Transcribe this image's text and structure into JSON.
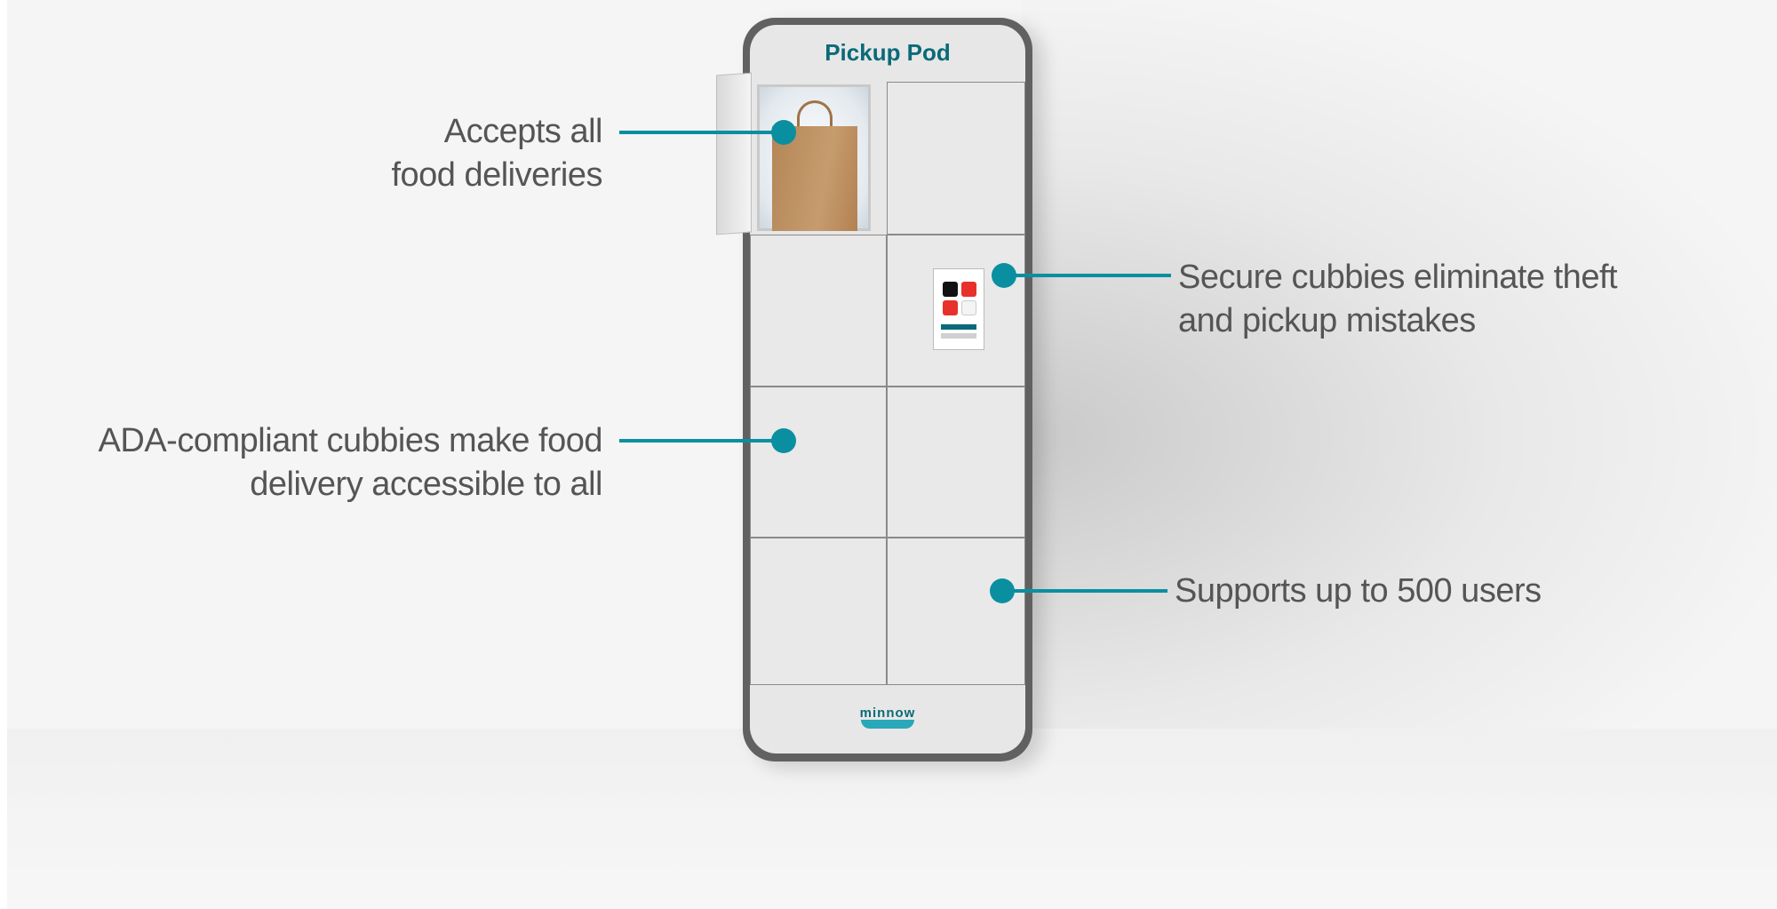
{
  "pod": {
    "title": "Pickup Pod",
    "brand": "minnow"
  },
  "callouts": [
    {
      "id": "deliveries",
      "lines": [
        "Accepts all",
        "food deliveries"
      ]
    },
    {
      "id": "secure",
      "lines": [
        "Secure cubbies eliminate theft",
        "and pickup mistakes"
      ]
    },
    {
      "id": "ada",
      "lines": [
        "ADA-compliant cubbies make food",
        "delivery accessible to all"
      ]
    },
    {
      "id": "users",
      "lines": [
        "Supports up to 500 users"
      ]
    }
  ],
  "colors": {
    "accent": "#0a8fa0",
    "text": "#555555",
    "pod_frame": "#616161",
    "pod_title": "#0a6a78"
  },
  "icons": [
    "shopping-bag-icon",
    "uber-eats-app-icon",
    "doordash-app-icon",
    "grubhub-app-icon",
    "more-apps-icon",
    "minnow-logo"
  ]
}
